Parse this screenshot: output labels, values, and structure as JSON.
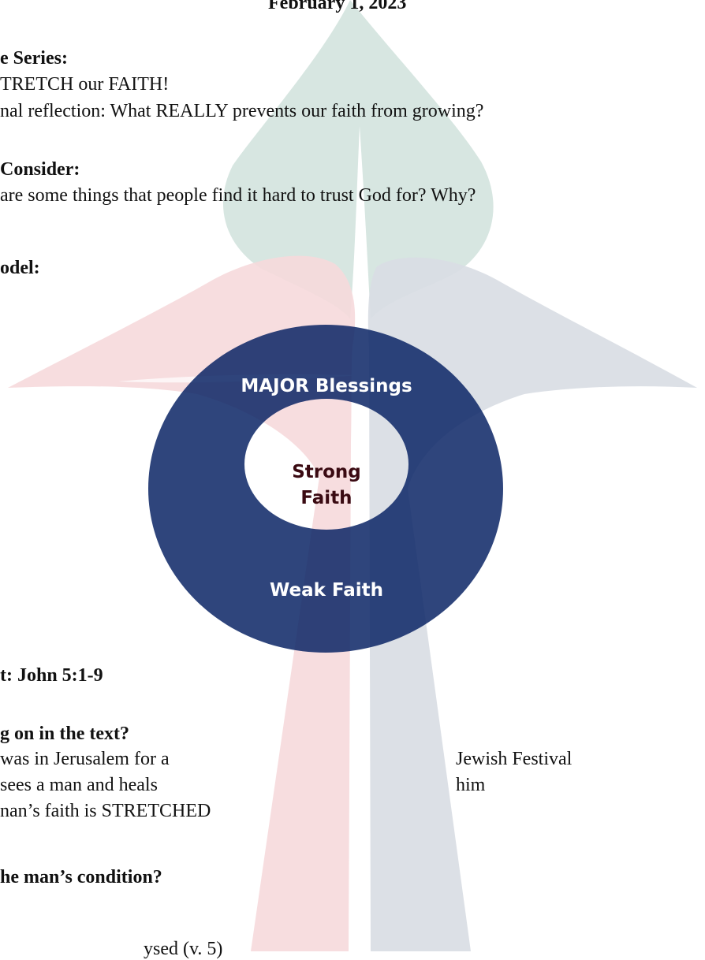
{
  "header": {
    "date": "February 1, 2023"
  },
  "series": {
    "heading": "e Series:",
    "lines": [
      "TRETCH our FAITH!",
      "nal reflection: What REALLY prevents our faith from growing?"
    ]
  },
  "consider": {
    "heading": "Consider:",
    "line": "are some things that people find it hard to trust God for? Why?"
  },
  "model": {
    "heading": "odel:",
    "outer_label": "MAJOR Blessings",
    "inner_label_line1": "Strong",
    "inner_label_line2": "Faith",
    "bottom_label": "Weak Faith",
    "ring_color": "#0b2565",
    "outer_text_color": "#ffffff",
    "inner_text_color": "#3a0a12"
  },
  "text_ref": {
    "heading": "t: John 5:1-9"
  },
  "going_on": {
    "heading": "g on in the text?",
    "left_lines": [
      "was in Jerusalem for a",
      "sees a man and heals",
      "nan’s faith is STRETCHED"
    ],
    "right_lines": [
      "Jewish Festival",
      "him"
    ]
  },
  "condition": {
    "heading": "he man’s condition?",
    "partial_line": "ysed (v. 5)"
  },
  "watermark": {
    "icon": "cross-flame-logo",
    "colors": {
      "green": "#d7e6e1",
      "pink": "#f6d9dc",
      "gray": "#d9dde4"
    }
  }
}
